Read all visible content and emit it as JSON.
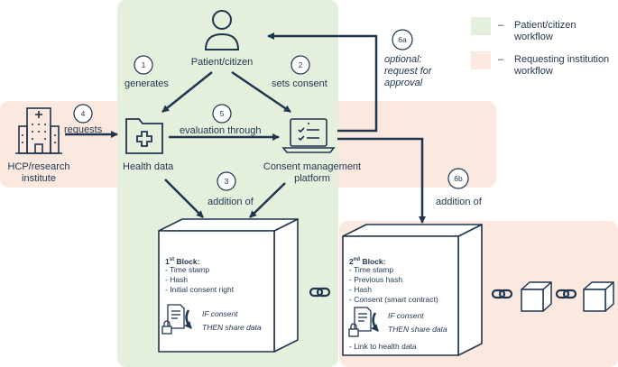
{
  "legend": {
    "patient_workflow": "Patient/citizen workflow",
    "institution_workflow": "Requesting institution workflow",
    "dash": "–",
    "patient_color": "#e4efdc",
    "institution_color": "#fbe8de"
  },
  "nodes": {
    "patient": "Patient/citizen",
    "hcp_line1": "HCP/research",
    "hcp_line2": "institute",
    "health_data": "Health data",
    "cmp_line1": "Consent management",
    "cmp_line2": "platform"
  },
  "steps": {
    "s1": "1",
    "s1_label": "generates",
    "s2": "2",
    "s2_label": "sets consent",
    "s3": "3",
    "s3_label": "addition of",
    "s4": "4",
    "s4_label": "requests",
    "s5": "5",
    "s5_label": "evaluation through",
    "s6a": "6a",
    "s6a_line1": "optional:",
    "s6a_line2": "request for",
    "s6a_line3": "approval",
    "s6b": "6b",
    "s6b_label": "addition of"
  },
  "block1": {
    "num": "1",
    "sup": "st",
    "title_rest": " Block:",
    "items": [
      "- Time stamp",
      "- Hash",
      "- Initial consent right"
    ],
    "if_line": "IF consent",
    "then_line": "THEN share data"
  },
  "block2": {
    "num": "2",
    "sup": "nd",
    "title_rest": " Block:",
    "items": [
      "- Time stamp",
      "- Previous hash",
      "- Hash",
      "- Consent (smart contract)"
    ],
    "if_line": "IF consent",
    "then_line": "THEN share data",
    "footer": "- Link to health data"
  },
  "icons": {
    "patient": "person-icon",
    "hcp": "hospital-icon",
    "health_data": "folder-medical-icon",
    "cmp": "laptop-checklist-icon",
    "contract": "document-lock-icon",
    "link": "chain-link-icon",
    "cube": "cube-icon"
  },
  "colors": {
    "ink": "#1f3550",
    "patient_region": "#e4efdc",
    "institution_region": "#fbe8de"
  }
}
